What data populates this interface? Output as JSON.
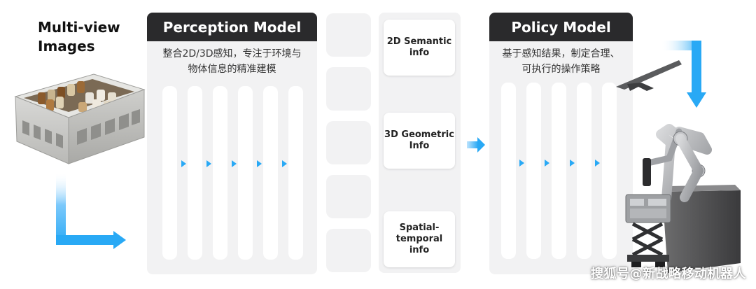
{
  "left_title": "Multi-view\nImages",
  "perception": {
    "title": "Perception Model",
    "description": "整合2D/3D感知，专注于环境与\n物体信息的精准建模"
  },
  "info_cards": [
    {
      "label": "2D Semantic\ninfo"
    },
    {
      "label": "3D Geometric\nInfo"
    },
    {
      "label": "Spatial-\ntemporal\ninfo"
    }
  ],
  "policy": {
    "title": "Policy Model",
    "description": "基于感知结果，制定合理、\n可执行的操作策略"
  },
  "watermark": "搜狐号@新战略移动机器人",
  "colors": {
    "accent_blue": "#29a9f5",
    "header_dark": "#2a2a2c",
    "panel_gray": "#f2f2f3"
  },
  "images": [
    {
      "name": "storage-crate-image",
      "description": "gray plastic crate with bottles"
    },
    {
      "name": "robot-arm-image",
      "description": "industrial robot arm on mobile base"
    }
  ]
}
